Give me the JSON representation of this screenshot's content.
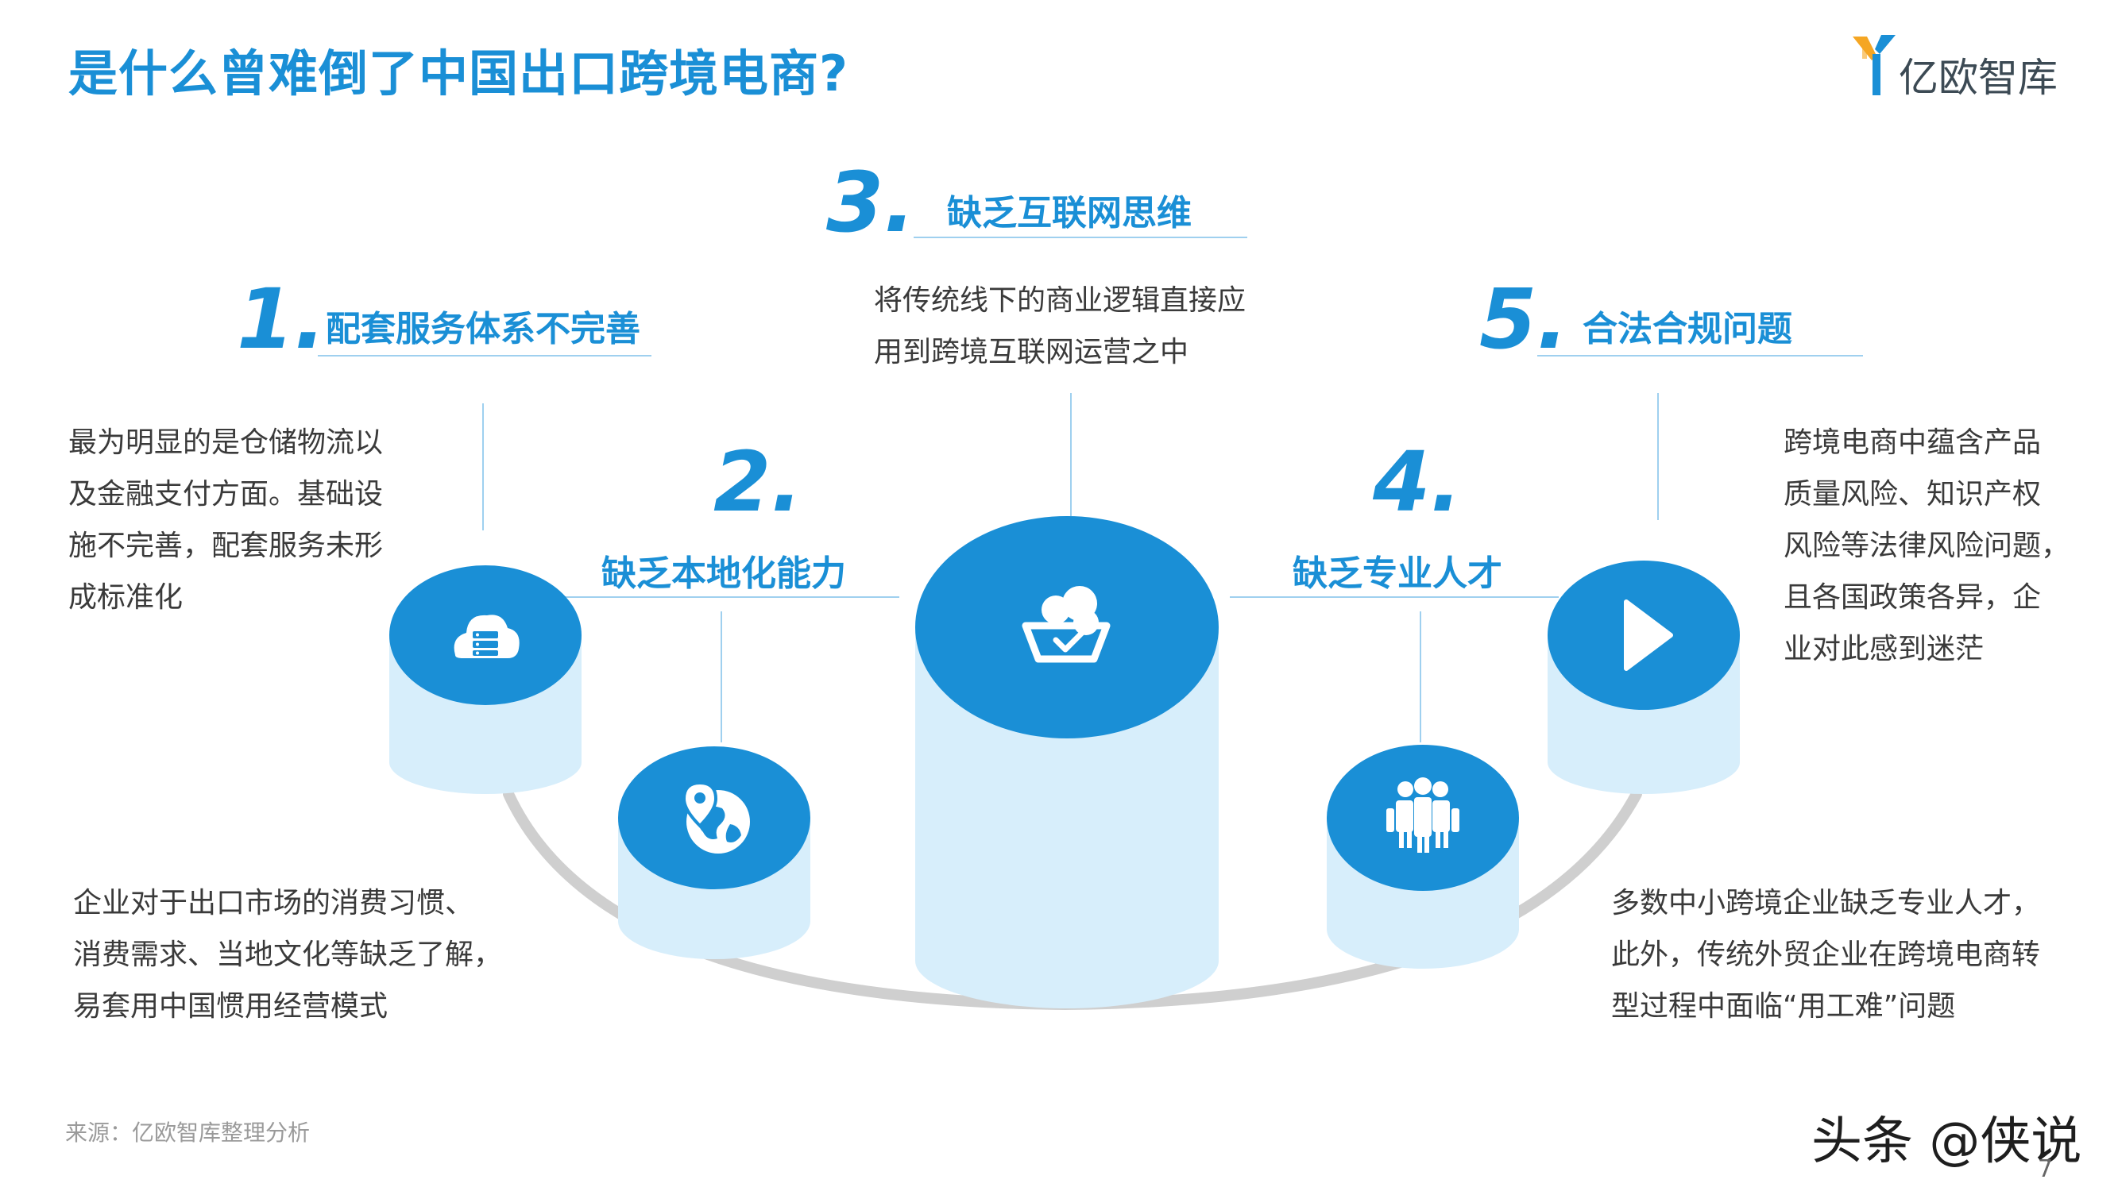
{
  "title": "是什么曾难倒了中国出口跨境电商?",
  "logo": {
    "text": "亿欧智库",
    "colors": [
      "#f5a623",
      "#1a8fd6"
    ]
  },
  "colors": {
    "accent": "#1a8fd6",
    "cylinder_body": "#d7eefb",
    "arc": "#cfcfcf",
    "line": "#9fd0ef"
  },
  "items": [
    {
      "number": "1.",
      "heading": "配套服务体系不完善",
      "icon": "cloud-server-icon",
      "description": [
        "最为明显的是仓储物流以",
        "及金融支付方面。基础设",
        "施不完善，配套服务未形",
        "成标准化"
      ]
    },
    {
      "number": "2.",
      "heading": "缺乏本地化能力",
      "icon": "globe-location-icon",
      "description": [
        "企业对于出口市场的消费习惯、",
        "消费需求、当地文化等缺乏了解，",
        "易套用中国惯用经营模式"
      ]
    },
    {
      "number": "3.",
      "heading": "缺乏互联网思维",
      "icon": "basket-bubbles-icon",
      "description": [
        "将传统线下的商业逻辑直接应",
        "用到跨境互联网运营之中"
      ]
    },
    {
      "number": "4.",
      "heading": "缺乏专业人才",
      "icon": "people-group-icon",
      "description": [
        "多数中小跨境企业缺乏专业人才，",
        "此外，传统外贸企业在跨境电商转",
        "型过程中面临“用工难”问题"
      ]
    },
    {
      "number": "5.",
      "heading": "合法合规问题",
      "icon": "play-icon",
      "description": [
        "跨境电商中蕴含产品",
        "质量风险、知识产权",
        "风险等法律风险问题，",
        "且各国政策各异，企",
        "业对此感到迷茫"
      ]
    }
  ],
  "source": "来源：亿欧智库整理分析",
  "watermark": "头条 @侠说",
  "page_number": "7"
}
